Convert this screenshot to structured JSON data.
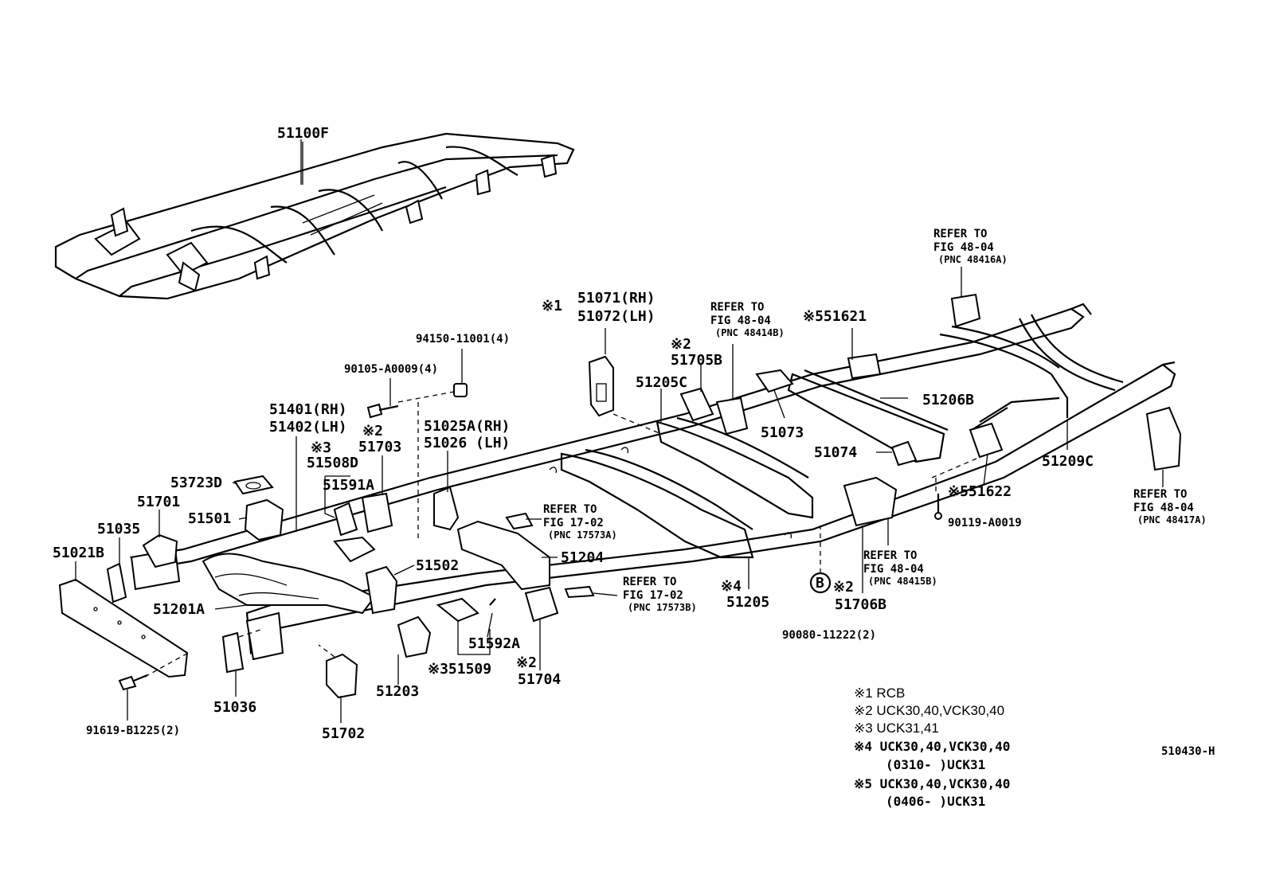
{
  "labels": {
    "frame_assy": "51100F",
    "ref_48416a_l1": "REFER TO",
    "ref_48416a_l2": "FIG 48-04",
    "ref_48416a_l3": "(PNC 48416A)",
    "mark1_51071": "※1",
    "p51071": "51071(RH)",
    "p51072": "51072(LH)",
    "ref_48414b_l1": "REFER TO",
    "ref_48414b_l2": "FIG 48-04",
    "ref_48414b_l3": "(PNC 48414B)",
    "p551621": "※551621",
    "p94150": "94150-11001(4)",
    "p90105": "90105-A0009(4)",
    "mark2_51705b": "※2",
    "p51705b": "51705B",
    "p51205c": "51205C",
    "p51206b": "51206B",
    "p51073": "51073",
    "p51401": "51401(RH)",
    "p51402": "51402(LH)",
    "mark2_51703": "※2",
    "p51703": "51703",
    "p51025a": "51025A(RH)",
    "p51026": "51026 (LH)",
    "mark3_51508d": "※3",
    "p51508d": "51508D",
    "p53723d": "53723D",
    "p51591a": "51591A",
    "p51701": "51701",
    "p51501": "51501",
    "p51035": "51035",
    "p51021b": "51021B",
    "ref_17573a_l1": "REFER TO",
    "ref_17573a_l2": "FIG 17-02",
    "ref_17573a_l3": "(PNC 17573A)",
    "p51074": "51074",
    "p51209c": "51209C",
    "p51622": "※551622",
    "p90119": "90119-A0019",
    "ref_48417a_l1": "REFER TO",
    "ref_48417a_l2": "FIG 48-04",
    "ref_48417a_l3": "(PNC 48417A)",
    "p51204": "51204",
    "p51502": "51502",
    "ref_48415b_l1": "REFER TO",
    "ref_48415b_l2": "FIG 48-04",
    "ref_48415b_l3": "(PNC 48415B)",
    "ref_17573b_l1": "REFER TO",
    "ref_17573b_l2": "FIG 17-02",
    "ref_17573b_l3": "(PNC 17573B)",
    "mark4_51205": "※4",
    "p51205": "51205",
    "circle_b": "B",
    "mark2_51706b": "※2",
    "p51706b": "51706B",
    "p51201a": "51201A",
    "p51592a": "51592A",
    "p90080": "90080-11222(2)",
    "p51509": "※351509",
    "mark2_51704": "※2",
    "p51704": "51704",
    "p51203": "51203",
    "p51036": "51036",
    "p51702": "51702",
    "p91619": "91619-B1225(2)",
    "figure_code": "510430-H"
  },
  "notes": [
    "※1 RCB",
    "※2 UCK30,40,VCK30,40",
    "※3 UCK31,41",
    "※4 UCK30,40,VCK30,40",
    "(0310-      )UCK31",
    "※5 UCK30,40,VCK30,40",
    "(0406-      )UCK31"
  ]
}
